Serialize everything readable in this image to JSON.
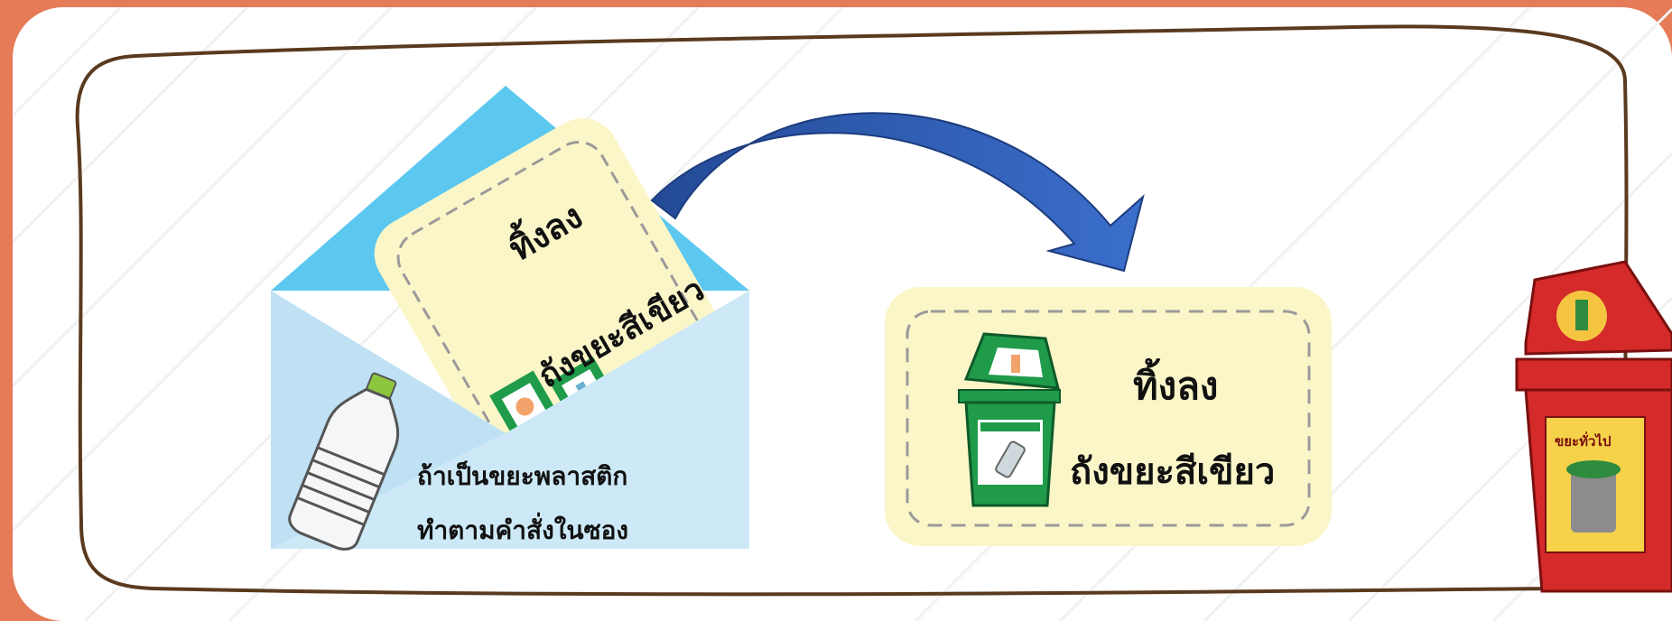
{
  "envelope": {
    "card_line1": "ทิ้งลง",
    "card_line2": "ถังขยะสีเขียว",
    "instruction_line1": "ถ้าเป็นขยะพลาสติก",
    "instruction_line2": "ทำตามคำสั่งในซอง",
    "bin_icon_name": "green-bin-icon",
    "bottle_icon_name": "plastic-bottle-icon"
  },
  "result_card": {
    "line1": "ทิ้งลง",
    "line2": "ถังขยะสีเขียว",
    "bin_icon_name": "green-recycle-bin-icon"
  },
  "red_bin": {
    "label": "ขยะทั่วไป",
    "icon_name": "red-general-waste-bin-icon"
  },
  "arrow": {
    "icon_name": "curved-arrow-icon",
    "color": "#2f5bb3"
  },
  "colors": {
    "background": "#e57b57",
    "envelope_blue": "#5cc8f0",
    "envelope_light": "#cde9f7",
    "card_yellow": "#fbf6c8",
    "bin_green": "#1f9b4a",
    "bin_red": "#d42a2a"
  }
}
